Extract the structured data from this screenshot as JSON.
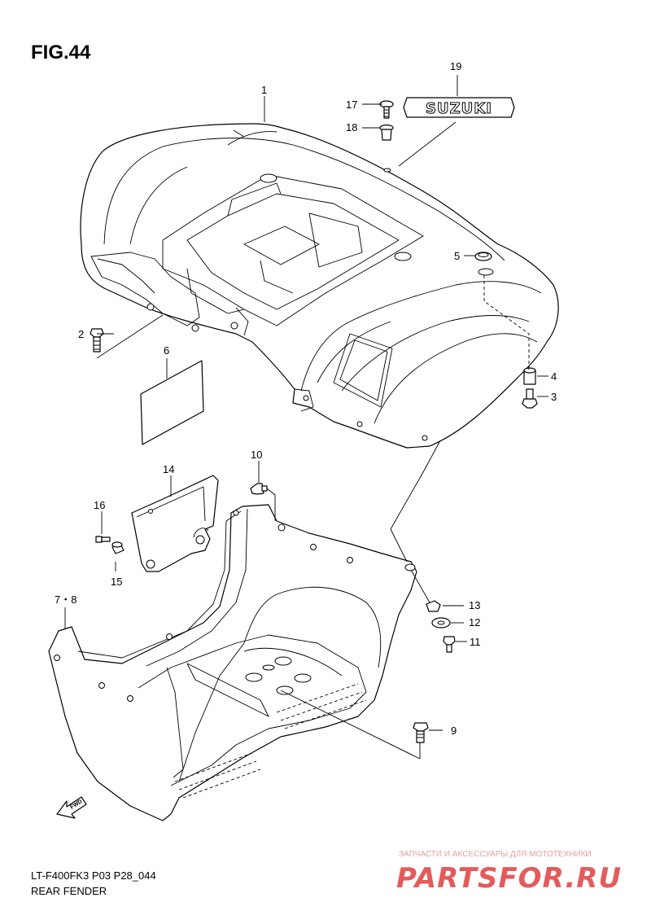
{
  "figure": {
    "title": "FIG.44"
  },
  "callouts": [
    "1",
    "2",
    "3",
    "4",
    "5",
    "6",
    "7・8",
    "9",
    "10",
    "11",
    "12",
    "13",
    "14",
    "15",
    "16",
    "17",
    "18",
    "19"
  ],
  "emblem": {
    "text": "SUZUKI"
  },
  "direction": {
    "label": "FWD"
  },
  "footer": {
    "model_code": "LT-F400FK3 P03 P28_044",
    "section": "REAR FENDER"
  },
  "watermark": {
    "tagline": "ЗАПЧАСТИ И АКСЕССУАРЫ ДЛЯ МОТОТЕХНИКИ",
    "brand": "PARTSFOR.RU"
  },
  "colors": {
    "line": "#000000",
    "background": "#ffffff",
    "watermark": "#e45b5b"
  }
}
